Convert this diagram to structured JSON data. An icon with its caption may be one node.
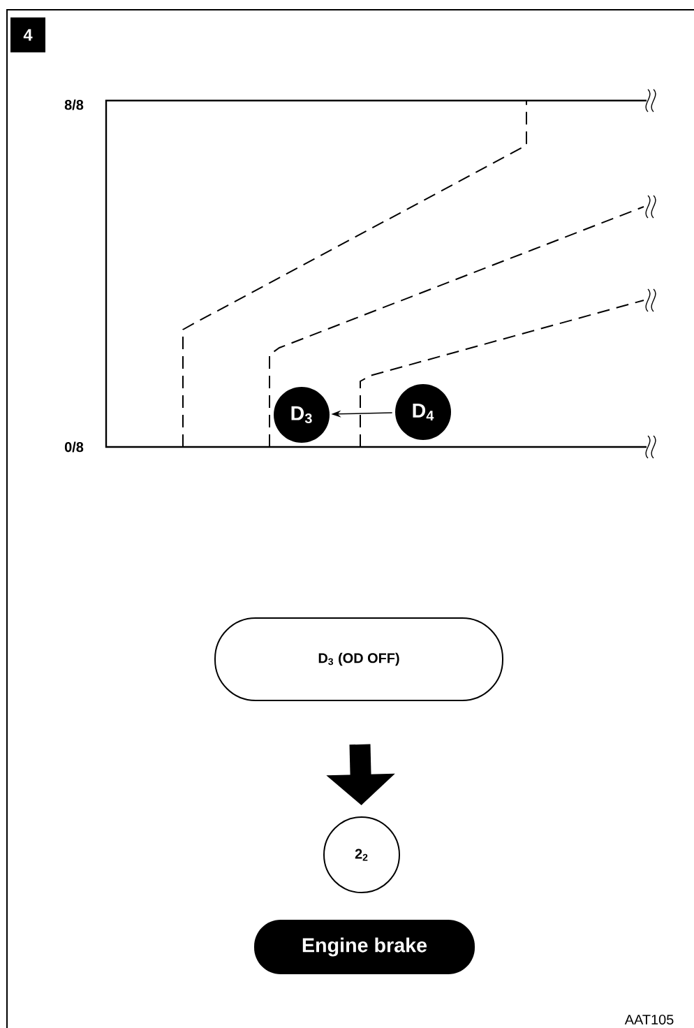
{
  "diagram": {
    "nodes": [
      {
        "text": [
          "D$_{3}$"
        ]
      },
      {
        "text": [
          "D$_{4}$"
        ]
      },
      {
        "text": [
          "D$_{3}$ (OD OFF)"
        ]
      },
      {
        "text": [
          "2$_{2}$"
        ]
      },
      {
        "text": [
          "Engine brake"
        ]
      }
    ],
    "edges": [
      {
        "from": 1,
        "to": 0,
        "arrow": "to"
      },
      {
        "from": 2,
        "to": 3,
        "arrow": "to",
        "style": "thick"
      }
    ],
    "labels": [
      "4",
      "8/8",
      "0/8",
      "AAT105"
    ]
  }
}
